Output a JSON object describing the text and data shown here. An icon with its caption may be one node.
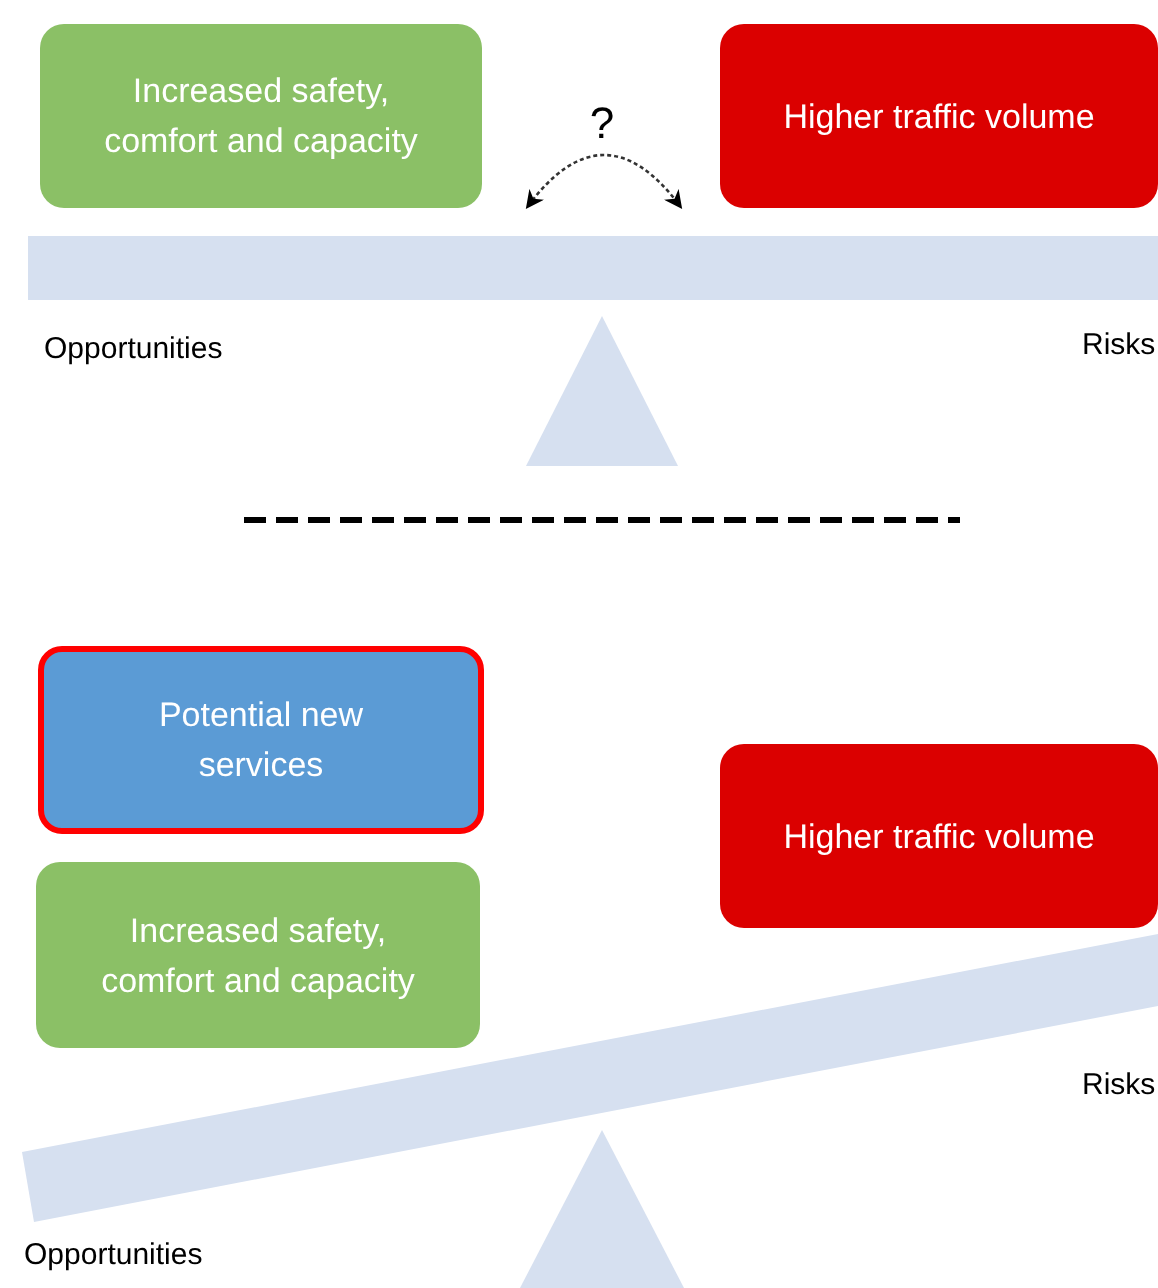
{
  "diagram": {
    "nodes": [
      {
        "text": [
          "Increased safety, comfort and capacity"
        ]
      },
      {
        "text": [
          "Higher traffic volume"
        ]
      },
      {
        "text": [
          "Potential new services"
        ]
      },
      {
        "text": [
          "Increased safety, comfort and capacity"
        ]
      },
      {
        "text": [
          "Higher traffic volume"
        ]
      }
    ],
    "labels": [
      "?",
      "Opportunities",
      "Risks",
      "Risks",
      "Opportunities"
    ]
  }
}
